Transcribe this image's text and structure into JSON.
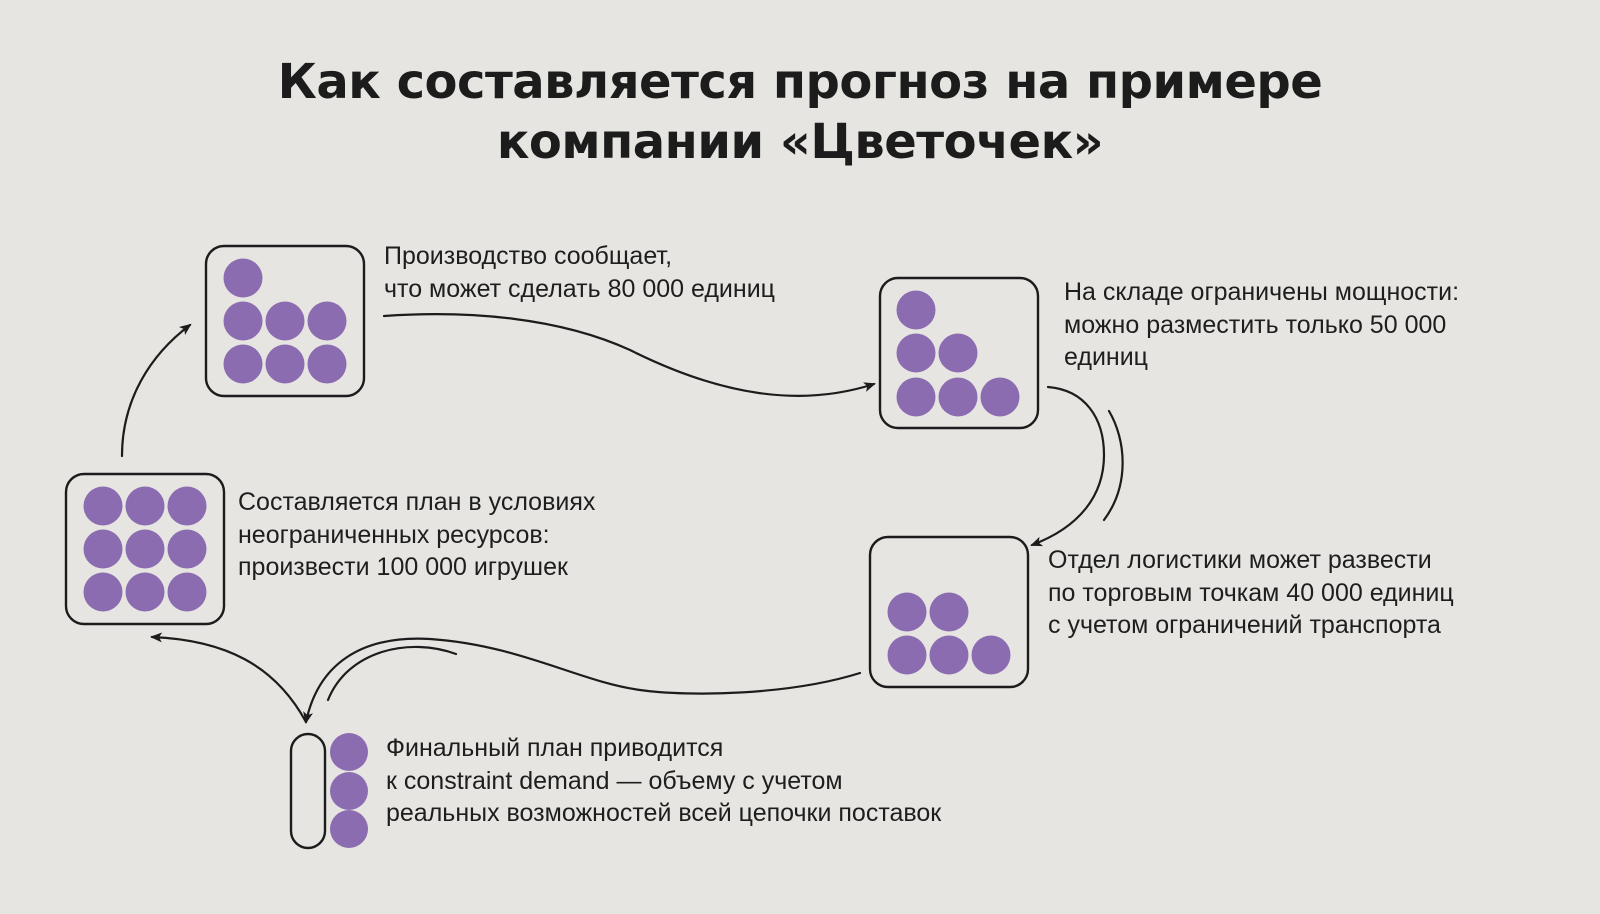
{
  "title": {
    "line1": "Как составляется прогноз на примере",
    "line2": "компании «Цветочек»"
  },
  "colors": {
    "background": "#e6e5e1",
    "dot": "#8c6cb1",
    "stroke": "#1c1c1c"
  },
  "steps": [
    {
      "id": "plan",
      "lines": [
        "Составляется план в условиях",
        "неограниченных ресурсов:",
        "произвести 100 000 игрушек"
      ],
      "units": 100000,
      "dot_count": 9
    },
    {
      "id": "production",
      "lines": [
        "Производство сообщает,",
        "что может сделать 80 000 единиц"
      ],
      "units": 80000,
      "dot_count": 7
    },
    {
      "id": "warehouse",
      "lines": [
        "На складе ограничены мощности:",
        "можно разместить только 50 000",
        "единиц"
      ],
      "units": 50000,
      "dot_count": 6
    },
    {
      "id": "logistics",
      "lines": [
        "Отдел логистики может развести",
        "по торговым точкам 40 000 единиц",
        "с учетом ограничений транспорта"
      ],
      "units": 40000,
      "dot_count": 5
    },
    {
      "id": "final",
      "lines": [
        "Финальный план приводится",
        "к constraint demand — объему с учетом",
        "реальных возможностей всей цепочки поставок"
      ],
      "dot_count": 3
    }
  ]
}
